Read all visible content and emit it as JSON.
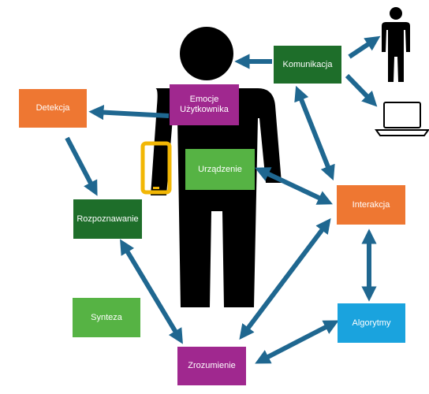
{
  "nodes": {
    "komunikacja": {
      "label": "Komunikacja",
      "color": "#1e6e2a"
    },
    "emocje": {
      "label": "Emocje Użytkownika",
      "color": "#a0288f"
    },
    "detekcja": {
      "label": "Detekcja",
      "color": "#ee7732"
    },
    "urzadzenie": {
      "label": "Urządzenie",
      "color": "#56b344"
    },
    "interakcja": {
      "label": "Interakcja",
      "color": "#ee7732"
    },
    "rozpoznawanie": {
      "label": "Rozpoznawanie",
      "color": "#1e6e2a"
    },
    "synteza": {
      "label": "Synteza",
      "color": "#56b344"
    },
    "algorytmy": {
      "label": "Algorytmy",
      "color": "#1aa3de"
    },
    "zrozumienie": {
      "label": "Zrozumienie",
      "color": "#a0288f"
    }
  },
  "arrow_color": "#1f6790",
  "figure_color": "#000000",
  "phone_color": "#f2b705",
  "icons": [
    "person-icon",
    "laptop-icon",
    "smartphone-icon",
    "user-silhouette"
  ]
}
